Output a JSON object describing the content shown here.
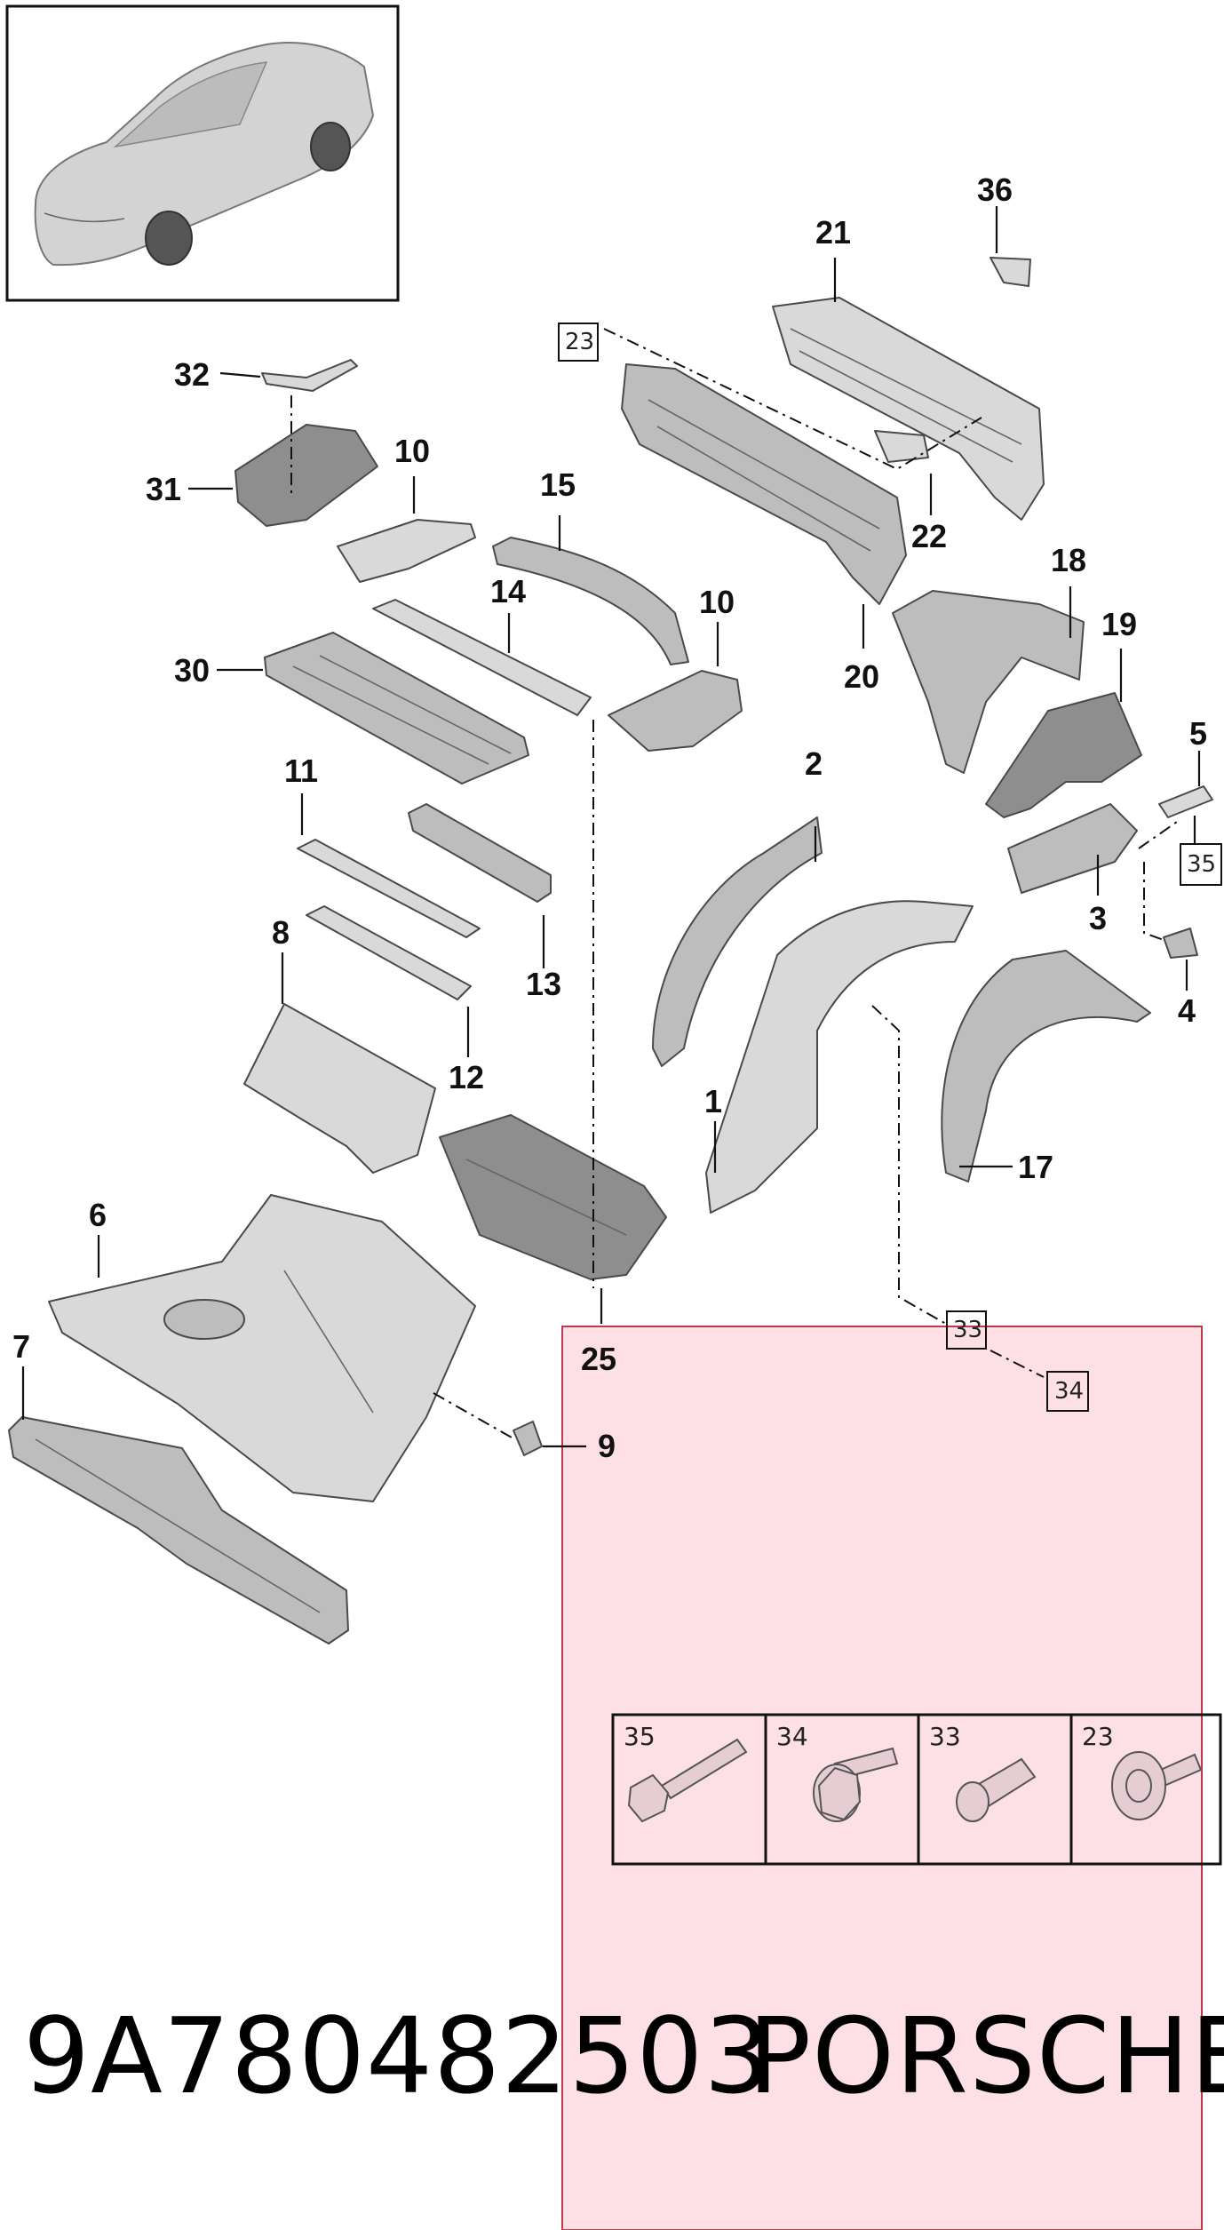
{
  "diagram": {
    "callouts": {
      "c1": "1",
      "c2": "2",
      "c3": "3",
      "c4": "4",
      "c5": "5",
      "c6": "6",
      "c7": "7",
      "c8": "8",
      "c9": "9",
      "c10a": "10",
      "c10b": "10",
      "c11": "11",
      "c12": "12",
      "c13": "13",
      "c14": "14",
      "c15": "15",
      "c17": "17",
      "c18": "18",
      "c19": "19",
      "c20": "20",
      "c21": "21",
      "c22": "22",
      "c25": "25",
      "c30": "30",
      "c31": "31",
      "c32": "32",
      "c36": "36"
    },
    "boxed_refs": {
      "b23": "23",
      "b33": "33",
      "b34": "34",
      "b35": "35"
    },
    "hardware_strip": [
      "35",
      "34",
      "33",
      "23"
    ]
  },
  "footer": {
    "part_number": "9A780482503",
    "brand": "PORSCHE"
  },
  "colors": {
    "highlight_fill": "#fde0e6",
    "highlight_stroke": "#c0394b",
    "part_grey": "#bdbdbd",
    "hardware_pink": "#e6cdd3"
  }
}
